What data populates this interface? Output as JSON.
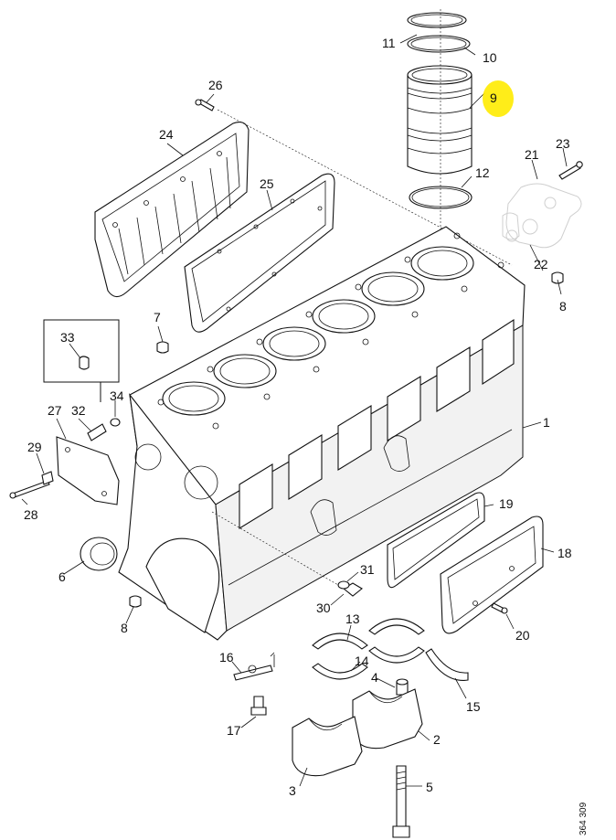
{
  "diagram": {
    "reference": "364 309",
    "highlight_color": "#ffeb00",
    "highlighted_part": "9",
    "parts": [
      {
        "id": "p1",
        "label": "1"
      },
      {
        "id": "p2",
        "label": "2"
      },
      {
        "id": "p3",
        "label": "3"
      },
      {
        "id": "p4",
        "label": "4"
      },
      {
        "id": "p5",
        "label": "5"
      },
      {
        "id": "p6",
        "label": "6"
      },
      {
        "id": "p7",
        "label": "7"
      },
      {
        "id": "p8a",
        "label": "8"
      },
      {
        "id": "p8b",
        "label": "8"
      },
      {
        "id": "p9",
        "label": "9"
      },
      {
        "id": "p10",
        "label": "10"
      },
      {
        "id": "p11",
        "label": "11"
      },
      {
        "id": "p12",
        "label": "12"
      },
      {
        "id": "p13",
        "label": "13"
      },
      {
        "id": "p14",
        "label": "14"
      },
      {
        "id": "p15",
        "label": "15"
      },
      {
        "id": "p16",
        "label": "16"
      },
      {
        "id": "p17",
        "label": "17"
      },
      {
        "id": "p18",
        "label": "18"
      },
      {
        "id": "p19",
        "label": "19"
      },
      {
        "id": "p20",
        "label": "20"
      },
      {
        "id": "p21",
        "label": "21"
      },
      {
        "id": "p22",
        "label": "22"
      },
      {
        "id": "p23",
        "label": "23"
      },
      {
        "id": "p24",
        "label": "24"
      },
      {
        "id": "p25",
        "label": "25"
      },
      {
        "id": "p26",
        "label": "26"
      },
      {
        "id": "p27",
        "label": "27"
      },
      {
        "id": "p28",
        "label": "28"
      },
      {
        "id": "p29",
        "label": "29"
      },
      {
        "id": "p30",
        "label": "30"
      },
      {
        "id": "p31",
        "label": "31"
      },
      {
        "id": "p32",
        "label": "32"
      },
      {
        "id": "p33",
        "label": "33"
      },
      {
        "id": "p34",
        "label": "34"
      }
    ]
  }
}
